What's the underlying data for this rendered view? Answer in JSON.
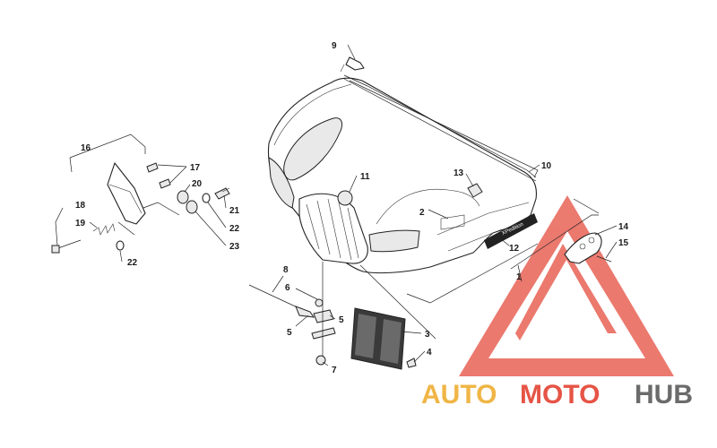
{
  "callouts": {
    "c1": "1",
    "c2": "2",
    "c3": "3",
    "c4": "4",
    "c5a": "5",
    "c5b": "5",
    "c6": "6",
    "c7": "7",
    "c8": "8",
    "c9": "9",
    "c10": "10",
    "c11": "11",
    "c12": "12",
    "c13": "13",
    "c14": "14",
    "c15": "15",
    "c16": "16",
    "c17": "17",
    "c18": "18",
    "c19": "19",
    "c20": "20",
    "c21": "21",
    "c22a": "22",
    "c22b": "22",
    "c23": "23"
  },
  "decal_text": "XPedition",
  "watermark": {
    "word_auto": "AUTO",
    "word_moto": "MOTO",
    "word_hub": "HUB",
    "colors": {
      "auto": "#f0b545",
      "moto": "#e65446",
      "hub": "#6b6b6b",
      "triangle": "#e65446"
    }
  }
}
